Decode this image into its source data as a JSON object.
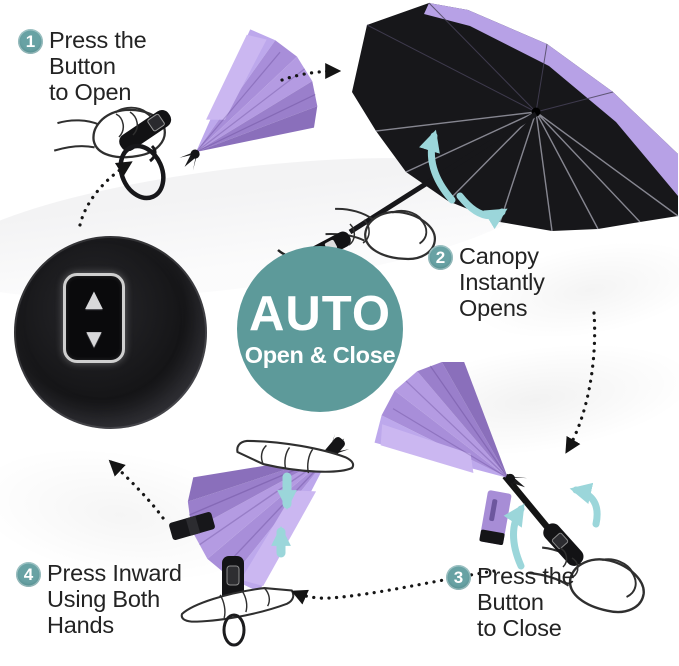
{
  "center_badge": {
    "title": "AUTO",
    "subtitle": "Open & Close"
  },
  "steps": [
    {
      "number": "1",
      "label": "Press the\nButton\nto Open"
    },
    {
      "number": "2",
      "label": "Canopy\nInstantly\nOpens"
    },
    {
      "number": "3",
      "label": "Press the\nButton\nto Close"
    },
    {
      "number": "4",
      "label": "Press Inward\nUsing Both\nHands"
    }
  ],
  "button_closeup": {
    "up_arrow": "▲",
    "down_arrow": "▼"
  },
  "palette": {
    "auto_circle_teal": "#5d9a9a",
    "step_badge_teal": "#68a2a4",
    "motion_arrow_teal": "#9bd6da",
    "umbrella_purple": "#a98fd9",
    "canopy_black": "#17171a",
    "text": "#232323",
    "background": "#ffffff"
  }
}
